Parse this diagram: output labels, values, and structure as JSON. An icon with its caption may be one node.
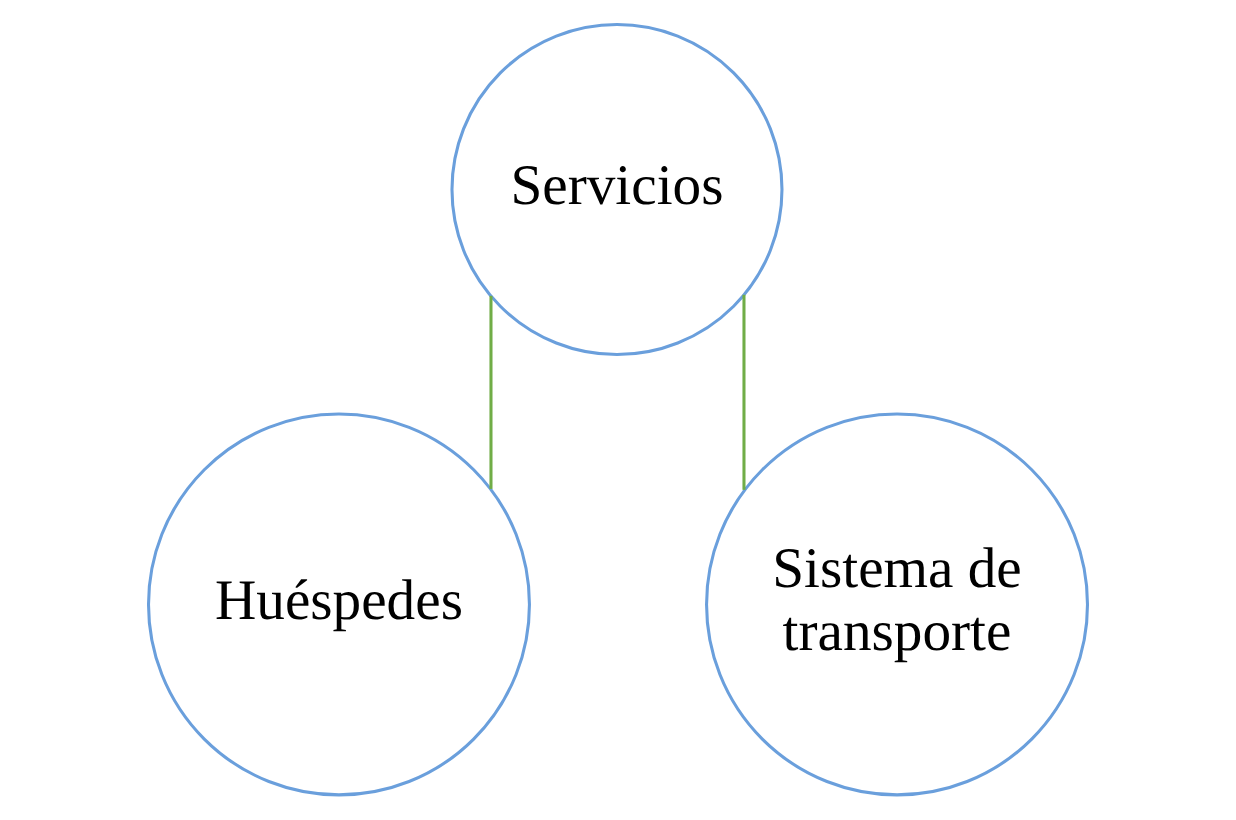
{
  "diagram": {
    "nodes": [
      {
        "text": [
          "Servicios"
        ]
      },
      {
        "text": [
          "Huéspedes"
        ]
      },
      {
        "text": [
          "Sistema de transporte"
        ]
      }
    ],
    "edges": [
      {
        "from": 0,
        "to": 1,
        "arrow": "none"
      },
      {
        "from": 0,
        "to": 2,
        "arrow": "none"
      }
    ]
  }
}
